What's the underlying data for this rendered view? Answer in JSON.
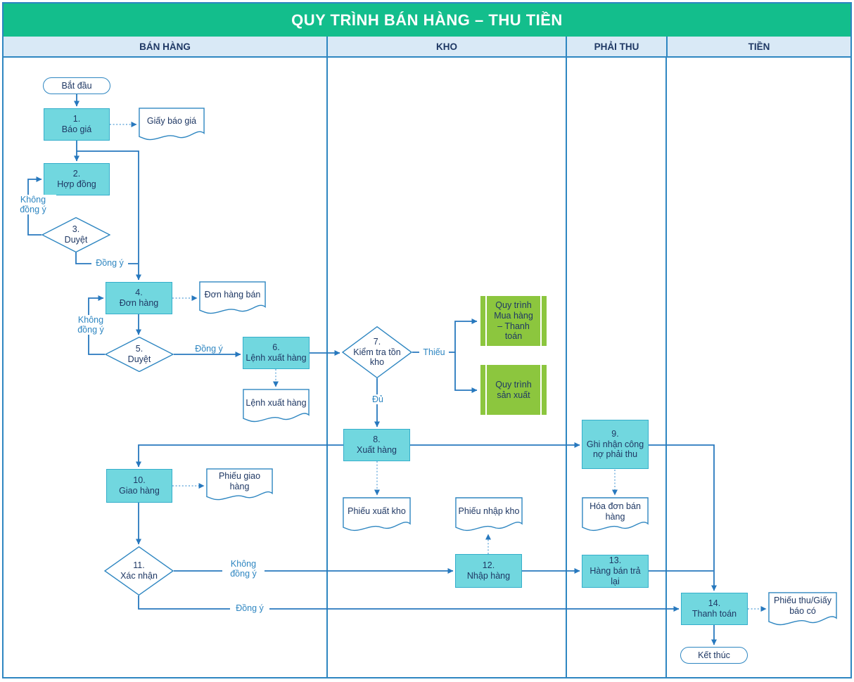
{
  "title": "QUY TRÌNH BÁN HÀNG – THU TIỀN",
  "lanes": [
    "BÁN HÀNG",
    "KHO",
    "PHẢI THU",
    "TIỀN"
  ],
  "nodes": {
    "start": {
      "label": "Bắt đầu"
    },
    "p1": {
      "num": "1.",
      "label": "Báo giá"
    },
    "p2": {
      "num": "2.",
      "label": "Hợp đồng"
    },
    "dec3": {
      "num": "3.",
      "label": "Duyệt"
    },
    "p4": {
      "num": "4.",
      "label": "Đơn hàng"
    },
    "dec5": {
      "num": "5.",
      "label": "Duyệt"
    },
    "p6": {
      "num": "6.",
      "label": "Lệnh xuất hàng"
    },
    "dec7": {
      "num": "7.",
      "label": "Kiểm tra tồn kho"
    },
    "sub_mua": {
      "label": "Quy trình Mua hàng – Thanh toán"
    },
    "sub_sx": {
      "label": "Quy trình sản xuất"
    },
    "p8": {
      "num": "8.",
      "label": "Xuất hàng"
    },
    "p9": {
      "num": "9.",
      "label": "Ghi nhận công nợ phải thu"
    },
    "p10": {
      "num": "10.",
      "label": "Giao hàng"
    },
    "dec11": {
      "num": "11.",
      "label": "Xác nhận"
    },
    "p12": {
      "num": "12.",
      "label": "Nhập hàng"
    },
    "p13": {
      "num": "13.",
      "label": "Hàng bán trả lại"
    },
    "p14": {
      "num": "14.",
      "label": "Thanh toán"
    },
    "end": {
      "label": "Kết thúc"
    }
  },
  "documents": {
    "quote": "Giấy báo giá",
    "sales_order": "Đơn hàng bán",
    "ship_order": "Lệnh xuất hàng",
    "issue_note": "Phiếu xuất kho",
    "invoice": "Hóa đơn bán hàng",
    "delivery_note": "Phiếu giao hàng",
    "receipt_note": "Phiếu nhập kho",
    "receipt_slip": "Phiếu thu/Giấy báo có"
  },
  "edge_labels": {
    "no1": "Không đồng ý",
    "yes1": "Đồng ý",
    "no2": "Không đồng ý",
    "yes2": "Đồng ý",
    "short": "Thiếu",
    "enough": "Đủ",
    "no3": "Không đồng ý",
    "yes3": "Đồng ý"
  },
  "colors": {
    "title_bg": "#13BE8C",
    "header_bg": "#D9E9F6",
    "process_fill": "#71D7DF",
    "process_border": "#35AECB",
    "subprocess_fill": "#8CC63E",
    "line": "#2778BE",
    "text": "#1F3864",
    "label_text": "#2E86C1"
  }
}
